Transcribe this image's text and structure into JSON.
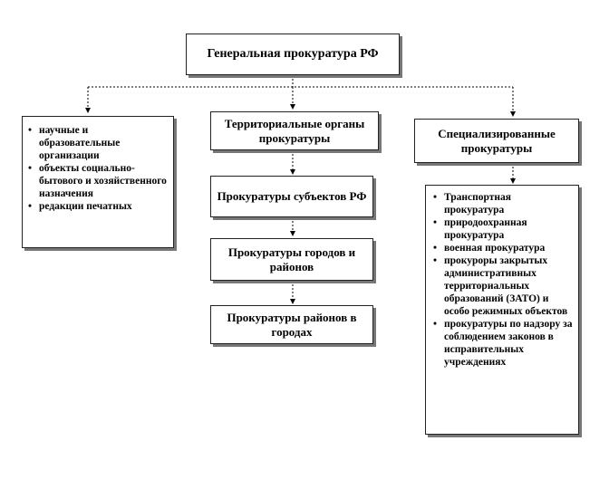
{
  "root": {
    "label": "Генеральная  прокуратура РФ"
  },
  "left_box": {
    "items": [
      "научные и образовательные организации",
      "объекты социально-бытового и хозяйственного назначения",
      "редакции печатных"
    ]
  },
  "center_chain": [
    {
      "label": "Территориальные органы прокуратуры"
    },
    {
      "label": "Прокуратуры  субъектов РФ"
    },
    {
      "label": "Прокуратуры городов  и районов"
    },
    {
      "label": "Прокуратуры  районов в городах"
    }
  ],
  "right_header": {
    "label": "Специализированные прокуратуры"
  },
  "right_list": {
    "items": [
      "Транспортная прокуратура",
      "природоохранная прокуратура",
      "военная прокуратура",
      "прокуроры  закрытых административных территориальных образований (ЗАТО) и особо режимных объектов",
      "прокуратуры по надзору за соблюдением законов в исправительных учреждениях"
    ]
  }
}
